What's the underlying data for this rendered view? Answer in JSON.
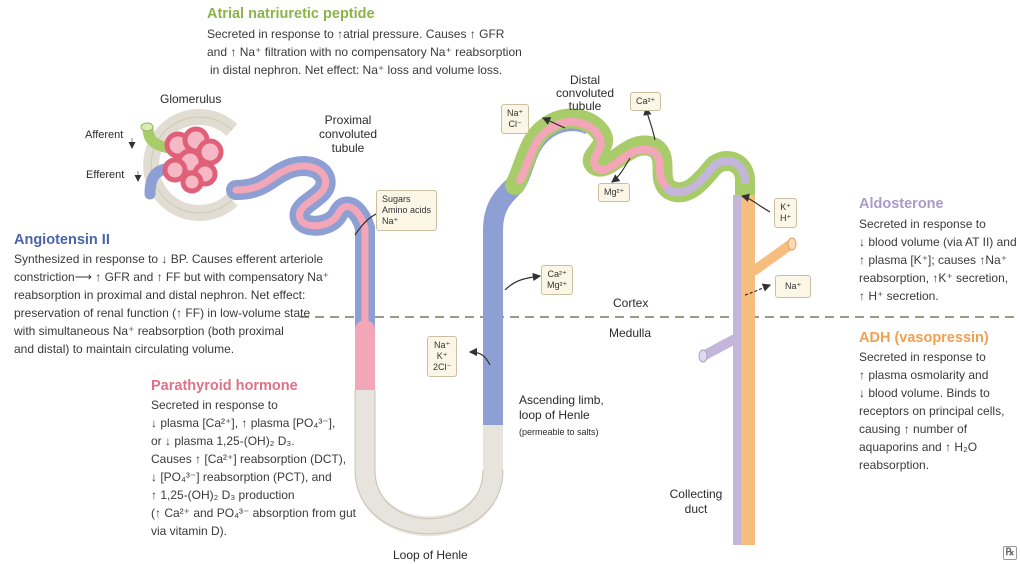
{
  "anp": {
    "title": "Atrial natriuretic peptide",
    "lines": [
      "Secreted in response to ↑atrial pressure. Causes ↑ GFR",
      "and ↑ Na⁺ filtration with no compensatory Na⁺ reabsorption",
      "in distal nephron. Net effect: Na⁺ loss and volume loss."
    ]
  },
  "angiotensin": {
    "title": "Angiotensin II",
    "lines": [
      "Synthesized in response to ↓ BP. Causes efferent arteriole",
      "constriction⟶ ↑ GFR and ↑ FF but with compensatory Na⁺",
      "reabsorption in proximal and distal nephron. Net effect:",
      "preservation of renal function (↑ FF) in low-volume state",
      "with simultaneous Na⁺ reabsorption (both proximal",
      "and distal) to maintain circulating volume."
    ]
  },
  "pth": {
    "title": "Parathyroid hormone",
    "lines": [
      "Secreted in response to",
      "↓ plasma [Ca²⁺], ↑ plasma [PO₄³⁻],",
      "or ↓ plasma 1,25-(OH)₂ D₃.",
      "Causes ↑ [Ca²⁺] reabsorption (DCT),",
      "↓ [PO₄³⁻] reabsorption (PCT), and",
      "↑ 1,25-(OH)₂ D₃ production",
      "(↑ Ca²⁺ and PO₄³⁻ absorption from gut",
      "via vitamin D)."
    ]
  },
  "aldosterone": {
    "title": "Aldosterone",
    "lines": [
      "Secreted in response to",
      "↓ blood volume (via AT II) and",
      "↑ plasma [K⁺]; causes ↑Na⁺",
      "reabsorption, ↑K⁺ secretion,",
      "↑ H⁺ secretion."
    ]
  },
  "adh": {
    "title": "ADH (vasopressin)",
    "lines": [
      "Secreted in response to",
      "↑ plasma osmolarity and",
      "↓ blood volume. Binds to",
      "receptors on principal cells,",
      "causing ↑ number of",
      "aquaporins and ↑ H₂O",
      "reabsorption."
    ]
  },
  "labels": {
    "glomerulus": "Glomerulus",
    "afferent": "Afferent",
    "efferent": "Efferent",
    "pct": [
      "Proximal",
      "convoluted",
      "tubule"
    ],
    "dct": [
      "Distal",
      "convoluted",
      "tubule"
    ],
    "cortex": "Cortex",
    "medulla": "Medulla",
    "ascending": [
      "Ascending limb,",
      "loop of Henle"
    ],
    "ascending_note": "(permeable to salts)",
    "loop": "Loop of Henle",
    "collecting": [
      "Collecting",
      "duct"
    ]
  },
  "boxes": {
    "pct_solutes": [
      "Sugars",
      "Amino acids",
      "Na⁺"
    ],
    "asc_ca_mg": [
      "Ca²⁺",
      "Mg²⁺"
    ],
    "asc_na_k_cl": [
      "Na⁺",
      "K⁺",
      "2Cl⁻"
    ],
    "dct_na_cl": [
      "Na⁺",
      "Cl⁻"
    ],
    "dct_ca": "Ca²⁺",
    "dct_mg": "Mg²⁺",
    "cd_k_h": [
      "K⁺",
      "H⁺"
    ],
    "cd_na": "Na⁺"
  },
  "logo": "℞",
  "colors": {
    "anp_title": "#8db34a",
    "ang_title": "#4a64a8",
    "pth_title": "#e0708a",
    "aldo_title": "#a79cc7",
    "adh_title": "#f0a050",
    "blue_segment": "#8e9fd3",
    "pink_segment": "#f3a6b8",
    "green_segment": "#a9cc6a",
    "lavender_segment": "#c3b6da",
    "orange_segment": "#f6bd7f",
    "loop_gray": "#e7e4dd"
  }
}
